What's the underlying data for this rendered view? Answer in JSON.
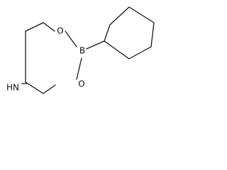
{
  "molecule": {
    "atoms": {
      "oxygen_top": "O",
      "boron": "B",
      "oxygen_bottom": "O",
      "nitrogen": "HN"
    },
    "colors": {
      "bond": "#111111",
      "label": "#111111",
      "background": "#ffffff"
    }
  }
}
